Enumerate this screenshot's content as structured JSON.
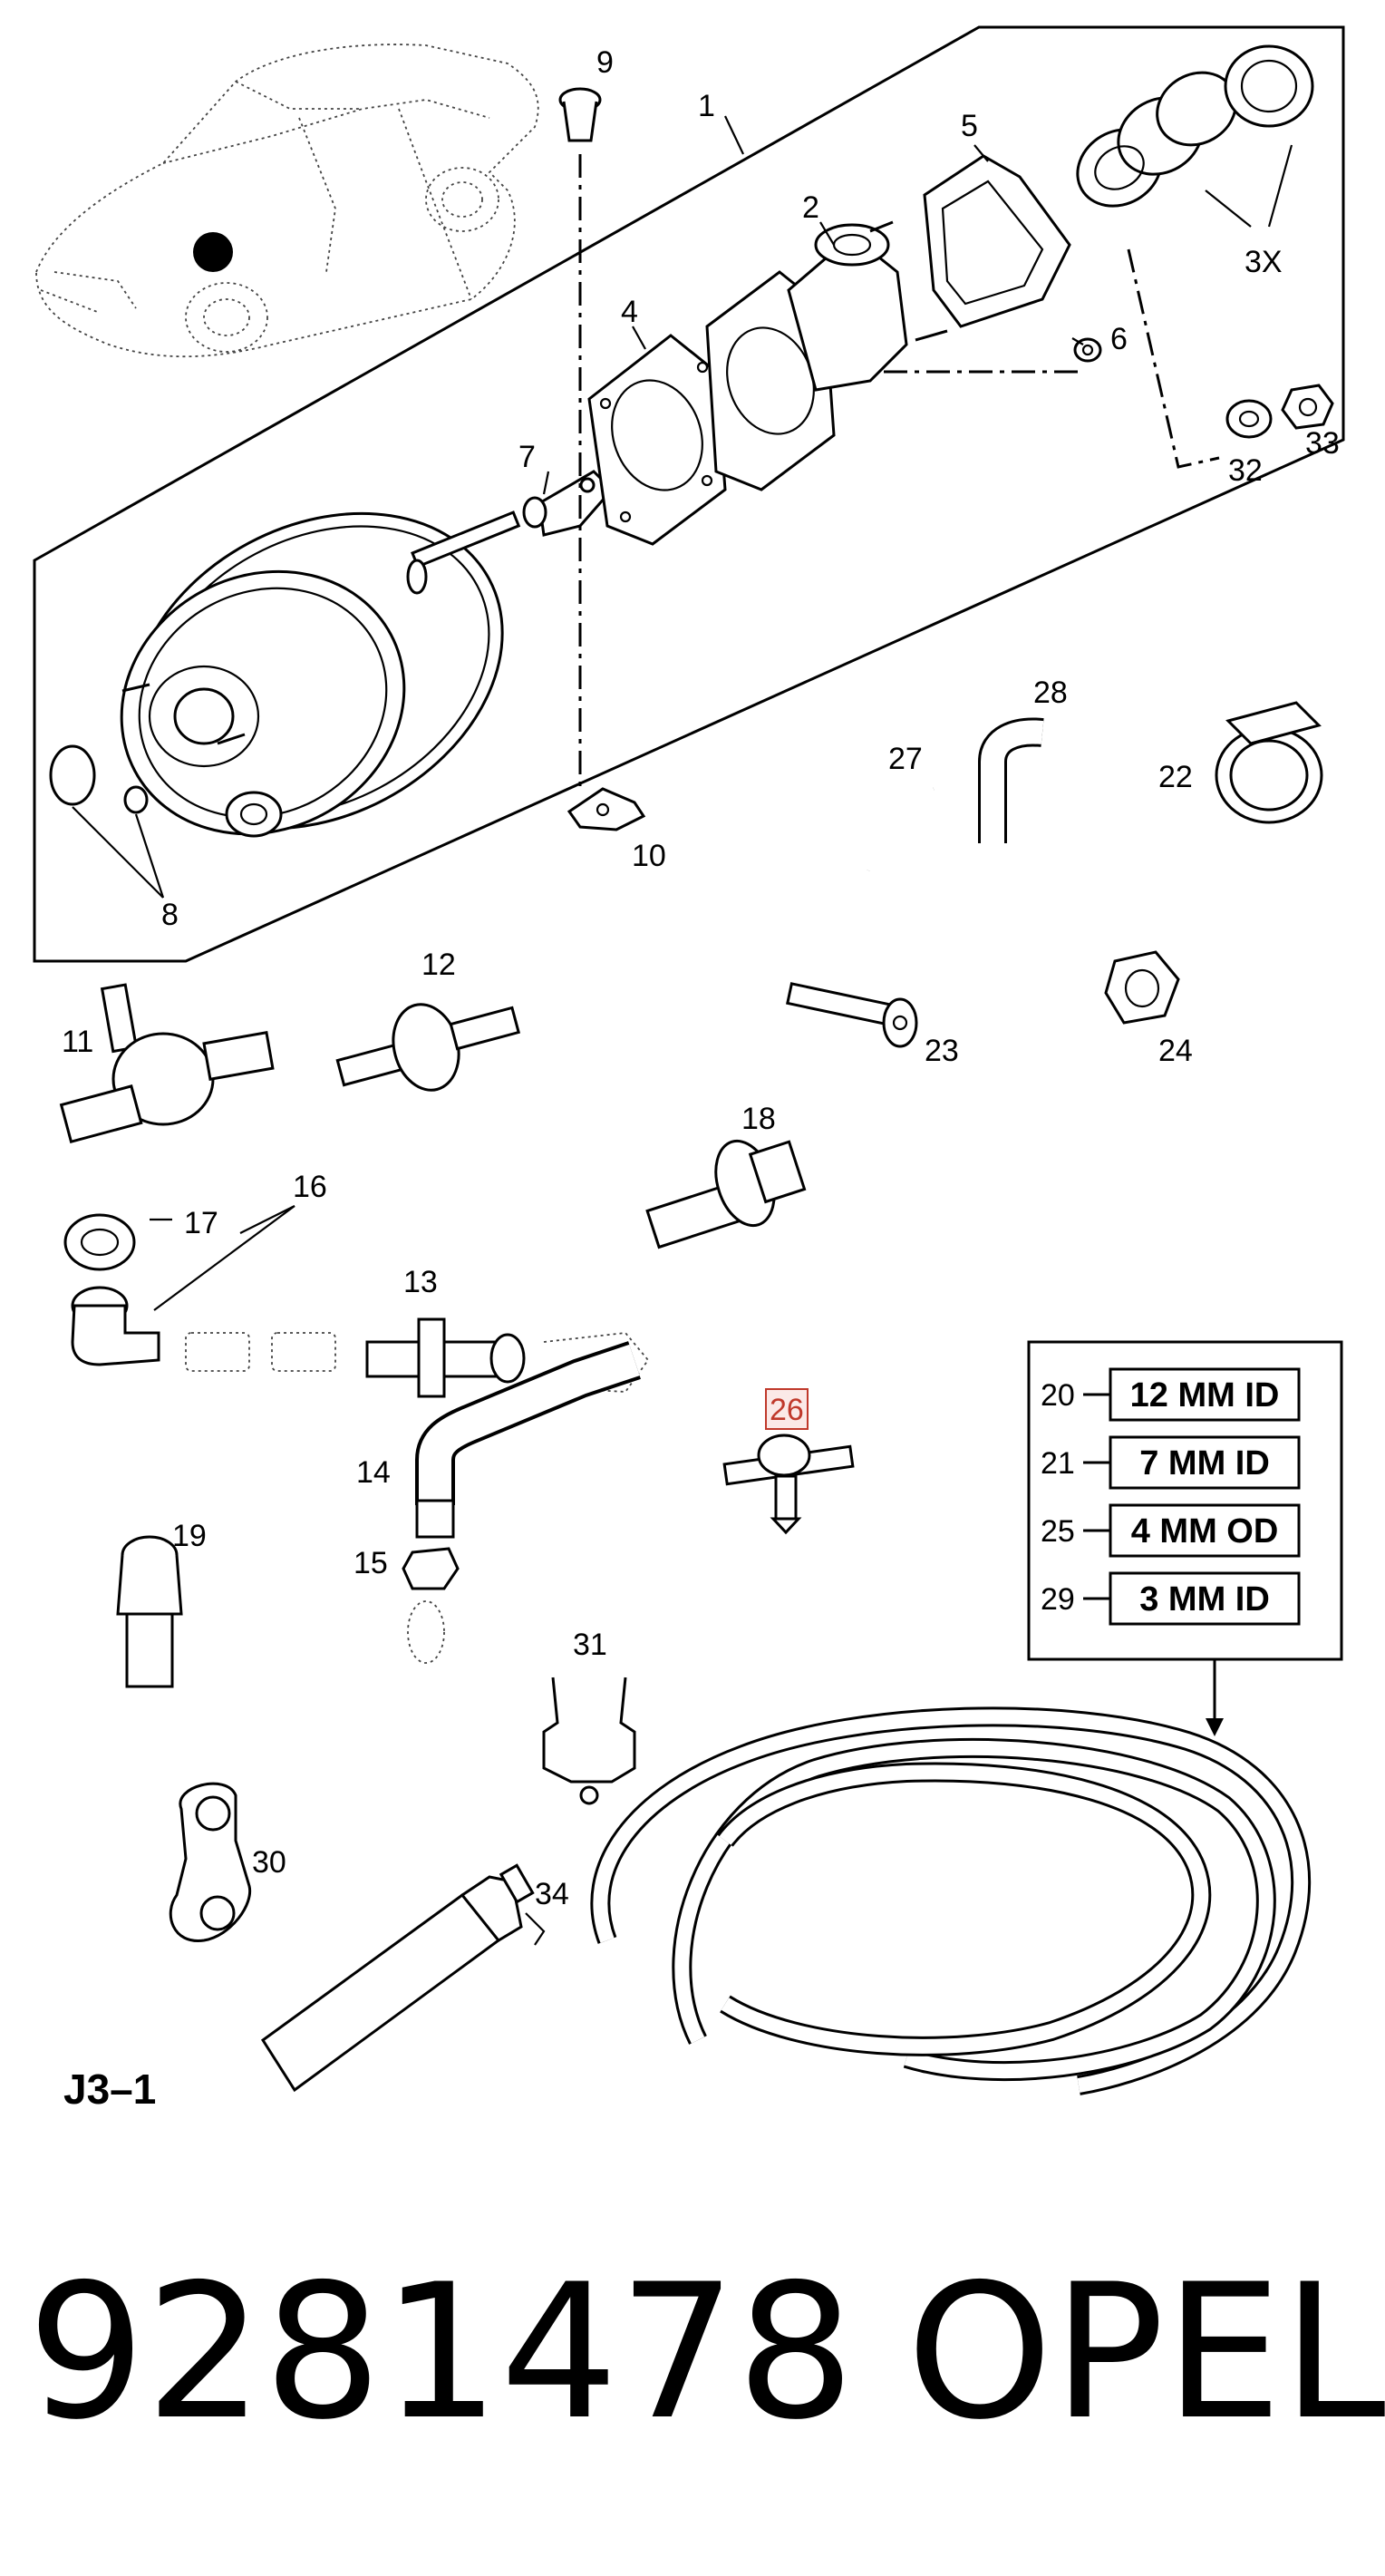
{
  "diagram": {
    "callouts": {
      "c1": "1",
      "c2": "2",
      "c3x": "3X",
      "c4": "4",
      "c5": "5",
      "c6": "6",
      "c7": "7",
      "c8": "8",
      "c9": "9",
      "c10": "10",
      "c11": "11",
      "c12": "12",
      "c13": "13",
      "c14": "14",
      "c15": "15",
      "c16": "16",
      "c17": "17",
      "c18": "18",
      "c19": "19",
      "c20": "20",
      "c21": "21",
      "c22": "22",
      "c23": "23",
      "c24": "24",
      "c25": "25",
      "c26": "26",
      "c27": "27",
      "c28": "28",
      "c29": "29",
      "c30": "30",
      "c31": "31",
      "c32": "32",
      "c33": "33",
      "c34": "34"
    },
    "highlighted_callout": "26",
    "highlight_color": "#c0392b",
    "hose_specs": [
      {
        "num": "20",
        "spec": "12 MM ID"
      },
      {
        "num": "21",
        "spec": "7 MM ID"
      },
      {
        "num": "25",
        "spec": "4 MM OD"
      },
      {
        "num": "29",
        "spec": "3 MM ID"
      }
    ],
    "figure_code": "J3–1"
  },
  "footer": {
    "part_number": "9281478",
    "brand": "OPEL"
  }
}
